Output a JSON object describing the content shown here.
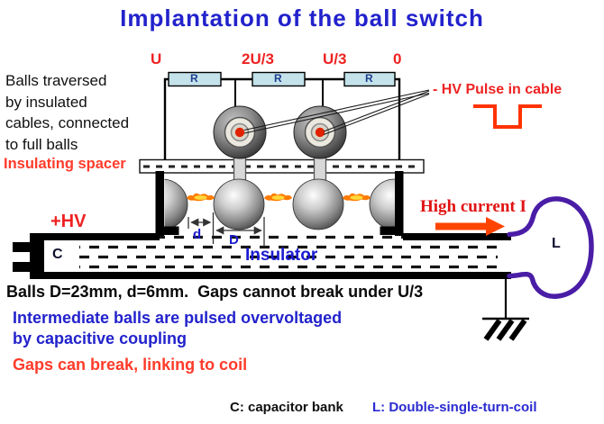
{
  "title": "Implantation of the ball switch",
  "top_circuit": {
    "voltages": [
      "U",
      "2U/3",
      "U/3",
      "0"
    ],
    "resistor": "R",
    "pulse_label": "- HV Pulse in cable"
  },
  "left_notes": {
    "balls_traversed": "Balls traversed\nby insulated\ncables, connected\nto full balls",
    "insulating_spacer": "Insulating spacer",
    "plus_hv": "+HV"
  },
  "diagram_labels": {
    "capacitor": "C",
    "insulator": "Insulator",
    "dim_small": "d",
    "dim_large": "D",
    "high_current": "High current I",
    "inductor": "L"
  },
  "bottom_notes": {
    "spec": "Balls D=23mm, d=6mm.  Gaps cannot break under U/3",
    "intermediate": "Intermediate balls are pulsed overvoltaged\nby capacitive coupling",
    "gaps": "Gaps can break, linking to coil"
  },
  "legend": {
    "capacitor": "C: capacitor bank",
    "coil": "L: Double-single-turn-coil"
  },
  "colors": {
    "title_blue": "#2222cc",
    "body_blue": "#1b1bd0",
    "accent_red": "#ee2222",
    "orange_red": "#ff3300",
    "spark_orange": "#ff7b00",
    "coil_purple": "#4a1da6",
    "resistor_fill": "#c3e2ea"
  }
}
